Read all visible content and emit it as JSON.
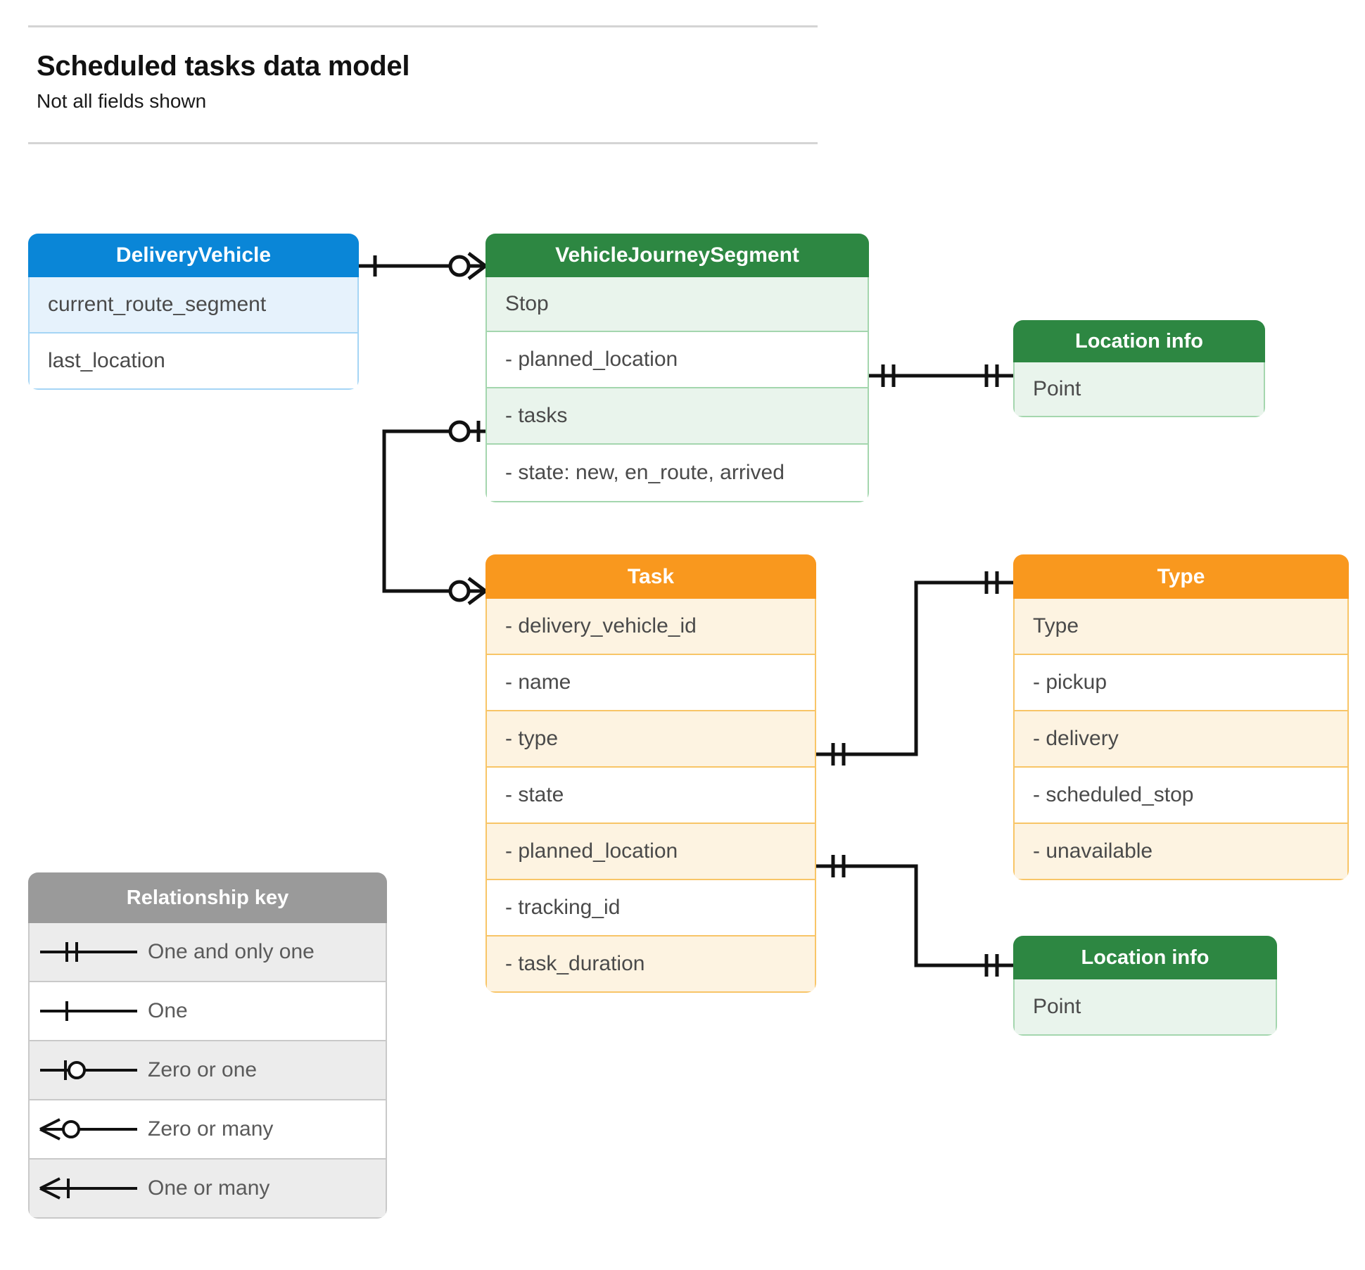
{
  "header": {
    "title": "Scheduled tasks data model",
    "subtitle": "Not all fields shown"
  },
  "colors": {
    "blue_header": "#0a86d7",
    "blue_row_alt": "#e6f2fc",
    "blue_border": "#a5d5f5",
    "green_header": "#2d8742",
    "green_row_alt": "#e9f4ec",
    "green_border": "#a4d6ae",
    "orange_header": "#f9981e",
    "orange_row_alt": "#fdf3e1",
    "orange_border": "#f8c567",
    "grey_header": "#9a9a9a",
    "grey_row_alt": "#ececec",
    "grey_border": "#c9c9c9",
    "connector": "#111111",
    "rule": "#d4d4d4",
    "row_text": "#4a4a4a"
  },
  "entities": {
    "delivery_vehicle": {
      "title": "DeliveryVehicle",
      "rows": [
        "current_route_segment",
        "last_location"
      ]
    },
    "vehicle_journey_segment": {
      "title": "VehicleJourneySegment",
      "rows": [
        "Stop",
        "-  planned_location",
        "- tasks",
        "- state: new, en_route, arrived"
      ]
    },
    "location_info_top": {
      "title": "Location info",
      "rows": [
        "Point"
      ]
    },
    "task": {
      "title": "Task",
      "rows": [
        "- delivery_vehicle_id",
        "- name",
        "- type",
        "- state",
        "- planned_location",
        "- tracking_id",
        "- task_duration"
      ]
    },
    "type": {
      "title": "Type",
      "rows": [
        "Type",
        "-   pickup",
        "-  delivery",
        "-  scheduled_stop",
        "-  unavailable"
      ]
    },
    "location_info_bottom": {
      "title": "Location info",
      "rows": [
        "Point"
      ]
    }
  },
  "legend": {
    "title": "Relationship key",
    "items": [
      {
        "glyph": "one-and-only-one-icon",
        "label": "One and only one"
      },
      {
        "glyph": "one-icon",
        "label": "One"
      },
      {
        "glyph": "zero-or-one-icon",
        "label": "Zero or one"
      },
      {
        "glyph": "zero-or-many-icon",
        "label": "Zero or many"
      },
      {
        "glyph": "one-or-many-icon",
        "label": "One or many"
      }
    ]
  },
  "relationships": [
    {
      "name": "deliveryvehicle-to-vehiclejourneysegment",
      "from": "DeliveryVehicle",
      "from_cardinality": "One",
      "to": "VehicleJourneySegment",
      "to_cardinality": "Zero or many"
    },
    {
      "name": "vehiclejourneysegment-planned_location-to-location-info",
      "from": "VehicleJourneySegment.planned_location",
      "from_cardinality": "One and only one",
      "to": "Location info",
      "to_cardinality": "One and only one"
    },
    {
      "name": "vehiclejourneysegment-tasks-to-task",
      "from": "VehicleJourneySegment.tasks",
      "from_cardinality": "Zero or one",
      "to": "Task",
      "to_cardinality": "Zero or many"
    },
    {
      "name": "task-type-to-type",
      "from": "Task.type",
      "from_cardinality": "One and only one",
      "to": "Type",
      "to_cardinality": "One and only one"
    },
    {
      "name": "task-planned_location-to-location-info",
      "from": "Task.planned_location",
      "from_cardinality": "One and only one",
      "to": "Location info",
      "to_cardinality": "One and only one"
    }
  ]
}
